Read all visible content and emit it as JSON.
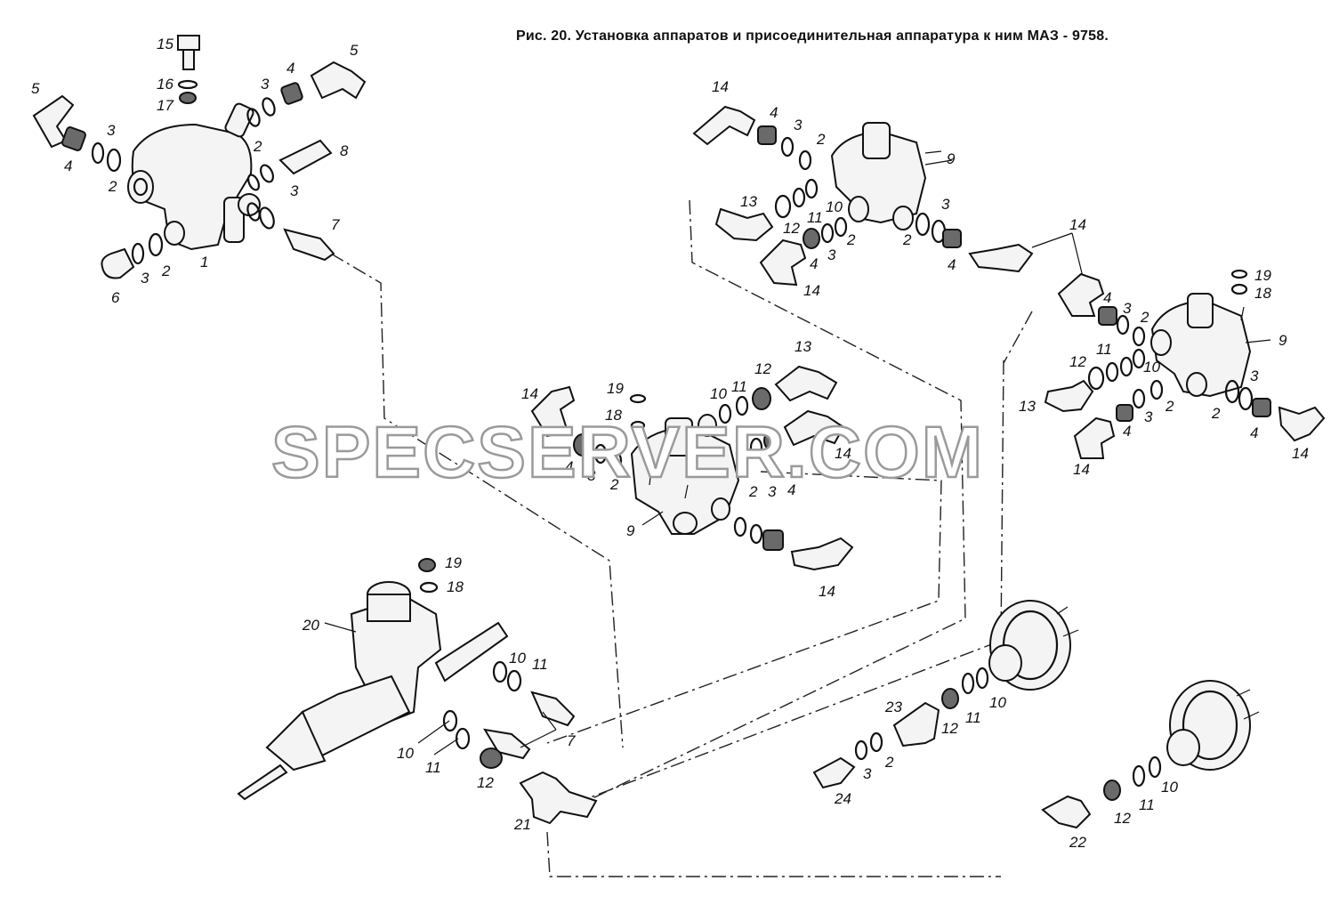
{
  "title": "Рис. 20. Установка аппаратов и присоединительная аппаратура к ним МАЗ - 9758.",
  "watermark": "SPECSERVER.COM",
  "labels": {
    "l1": "1",
    "l2": "2",
    "l3": "3",
    "l4": "4",
    "l5": "5",
    "l6": "6",
    "l7": "7",
    "l8": "8",
    "l9": "9",
    "l10": "10",
    "l11": "11",
    "l12": "12",
    "l13": "13",
    "l14": "14",
    "l15": "15",
    "l16": "16",
    "l17": "17",
    "l18": "18",
    "l19": "19",
    "l20": "20",
    "l21": "21",
    "l22": "22",
    "l23": "23",
    "l24": "24"
  }
}
